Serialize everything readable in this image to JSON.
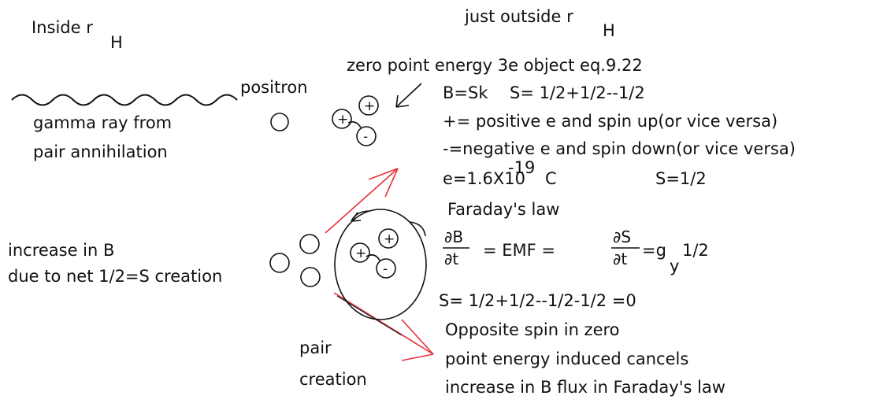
{
  "labels": {
    "inside": "Inside r",
    "inside_sub": "H",
    "just_outside": "just outside r",
    "just_outside_sub": "H",
    "zero_point": "zero point energy  3e object  eq.9.22",
    "positron": "positron",
    "b_sk": "B=Sk",
    "s_sum": "S= 1/2+1/2--1/2",
    "gamma1": "gamma ray from",
    "gamma2": "pair annihilation",
    "plus_def": "+= positive e and spin up(or vice versa)",
    "minus_def": "-=negative e and spin down(or vice versa)",
    "e_value": "e=1.6X10",
    "e_exp": "-19",
    "e_unit": "C",
    "s_half": "S=1/2",
    "faraday": "Faraday's law",
    "increase1": "increase in B",
    "increase2": "due to net 1/2=S creation",
    "frac1_num": "∂B",
    "frac1_den": "∂t",
    "eq_emf": "=  EMF =",
    "frac2_num": "∂S",
    "frac2_den": "∂t",
    "eq_g": "=g",
    "g_sub": "y",
    "g_half": "1/2",
    "s_zero": "S= 1/2+1/2--1/2-1/2  =0",
    "opposite1": "Opposite spin in zero",
    "opposite2": "point energy induced cancels",
    "opposite3": "increase in B flux  in Faraday's law",
    "pair": "pair",
    "creation": "creation"
  },
  "signs": {
    "plus": "+",
    "minus": "-"
  },
  "colors": {
    "ink": "#111111",
    "arrow_red": "#e8303a"
  }
}
